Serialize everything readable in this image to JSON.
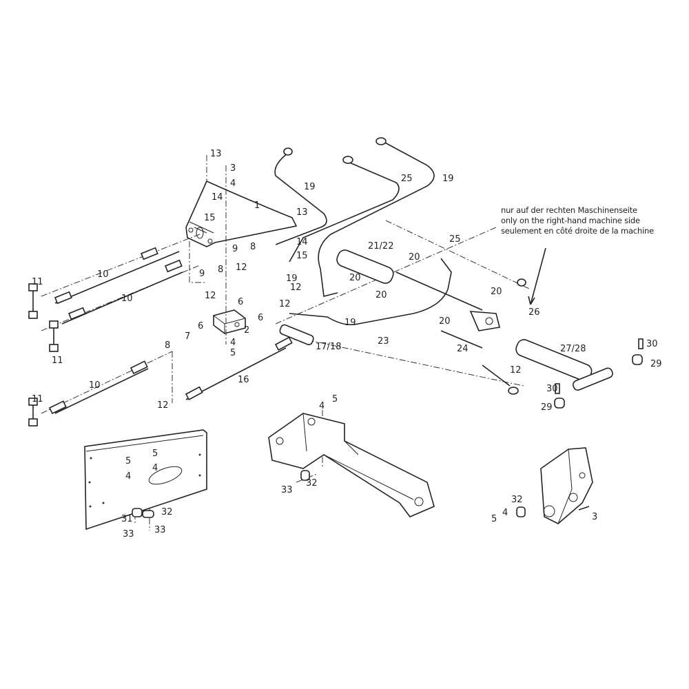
{
  "note": {
    "de": "nur auf der rechten Maschinenseite",
    "en": "only on the right-hand machine side",
    "fr": "seulement en côté droite de la machine"
  },
  "callouts": [
    "13",
    "3",
    "4",
    "14",
    "15",
    "1",
    "13",
    "14",
    "15",
    "9",
    "8",
    "12",
    "9",
    "8",
    "12",
    "6",
    "6",
    "12",
    "12",
    "2",
    "6",
    "7",
    "8",
    "4",
    "5",
    "19",
    "19",
    "19",
    "25",
    "19",
    "25",
    "21/22",
    "20",
    "20",
    "20",
    "20",
    "20",
    "26",
    "23",
    "24",
    "12",
    "27/28",
    "30",
    "29",
    "30",
    "29",
    "17/18",
    "16",
    "10",
    "10",
    "10",
    "11",
    "11",
    "11",
    "12",
    "4",
    "5",
    "32",
    "33",
    "5",
    "5",
    "4",
    "4",
    "31",
    "32",
    "33",
    "33",
    "32",
    "4",
    "5",
    "3"
  ]
}
